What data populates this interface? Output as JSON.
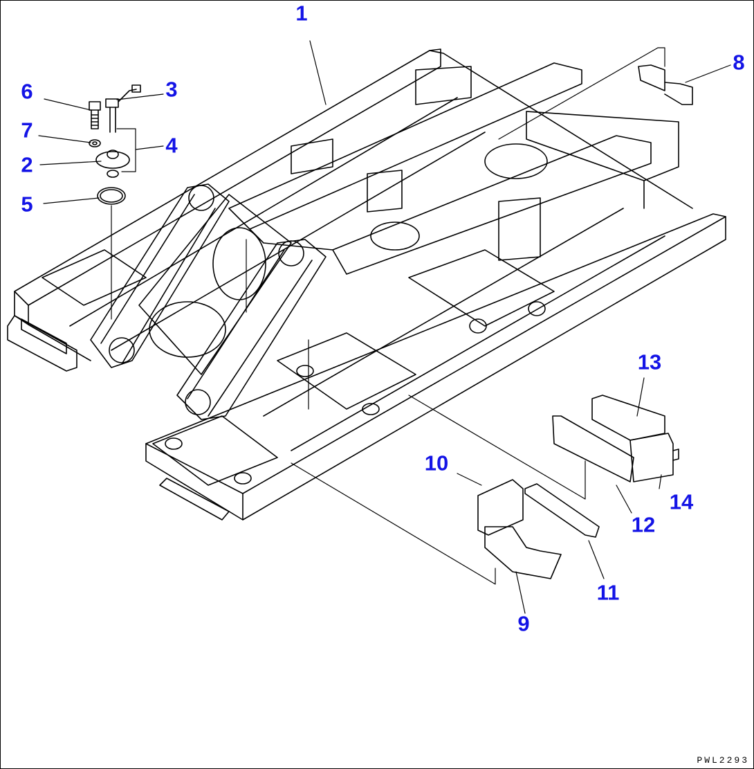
{
  "diagram": {
    "callouts": [
      {
        "id": "c1",
        "label": "1"
      },
      {
        "id": "c2",
        "label": "2"
      },
      {
        "id": "c3",
        "label": "3"
      },
      {
        "id": "c4",
        "label": "4"
      },
      {
        "id": "c5",
        "label": "5"
      },
      {
        "id": "c6",
        "label": "6"
      },
      {
        "id": "c7",
        "label": "7"
      },
      {
        "id": "c8",
        "label": "8"
      },
      {
        "id": "c9",
        "label": "9"
      },
      {
        "id": "c10",
        "label": "10"
      },
      {
        "id": "c11",
        "label": "11"
      },
      {
        "id": "c12",
        "label": "12"
      },
      {
        "id": "c13",
        "label": "13"
      },
      {
        "id": "c14",
        "label": "14"
      }
    ],
    "drawing_code": "PWL2293",
    "colors": {
      "callout": "#1414e6",
      "line": "#000000",
      "background": "#ffffff"
    }
  }
}
